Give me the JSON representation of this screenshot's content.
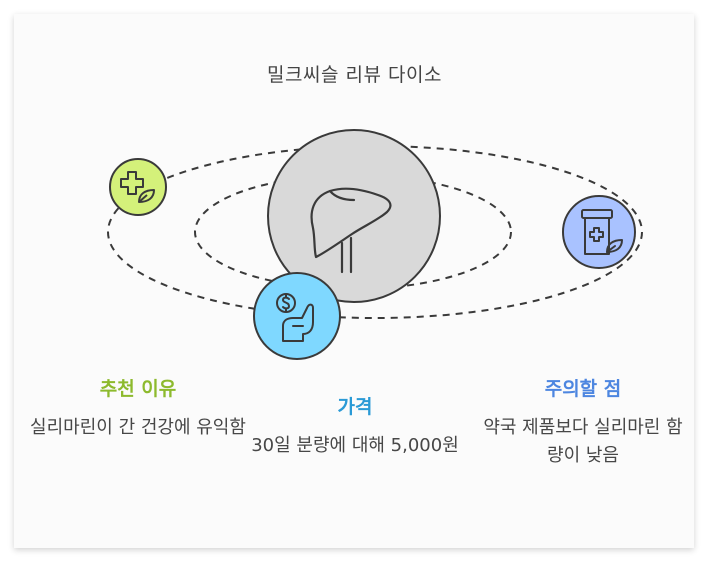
{
  "title": "밀크씨슬 리뷰 다이소",
  "nodes": [
    {
      "label": "추천 이유",
      "text": "실리마린이 간 건강에 유익함",
      "color": "#8dba2d",
      "fill": "#d4f17a",
      "icon": "medical-cross-leaf-icon"
    },
    {
      "label": "가격",
      "text": "30일 분량에 대해 5,000원",
      "color": "#2a9ad6",
      "fill": "#7fd8ff",
      "icon": "dollar-hand-icon"
    },
    {
      "label": "주의할 점",
      "text": "약국 제품보다 실리마린 함량이 낮음",
      "color": "#4d86e0",
      "fill": "#a9c2ff",
      "icon": "medicine-jar-icon"
    }
  ],
  "center": {
    "icon": "liver-icon",
    "fill": "#d9d9d9"
  }
}
